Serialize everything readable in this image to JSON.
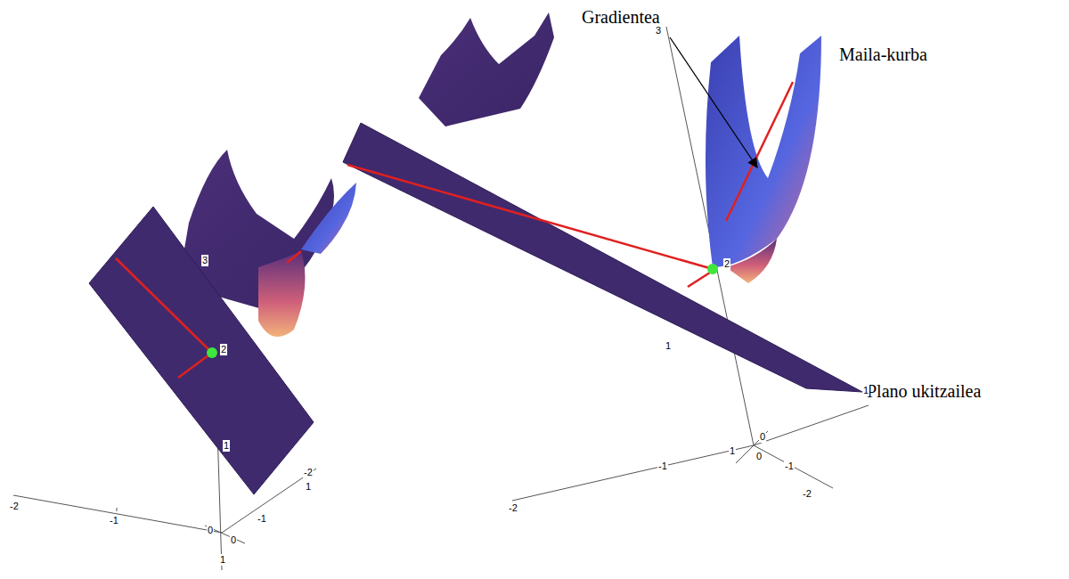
{
  "diagram": {
    "labels": [
      "Gradientea",
      "Maila-kurba",
      "Plano ukitzailea",
      "3",
      "2",
      "1",
      "-2",
      "-1",
      "0",
      "0",
      "-1",
      "-2",
      "1",
      "1",
      "3",
      "2",
      "1",
      "-2",
      "-1",
      "1",
      "0",
      "0",
      "1",
      "-1",
      "-2"
    ]
  }
}
